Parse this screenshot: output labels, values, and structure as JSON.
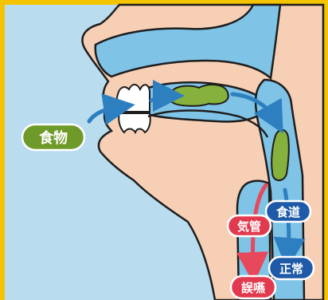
{
  "labels": {
    "food": "食物",
    "trachea": "気管",
    "esophagus": "食道",
    "normal": "正常",
    "aspiration": "誤嚥"
  },
  "colors": {
    "border": "#f5c400",
    "background": "#b9dcef",
    "skin": "#f7cfb5",
    "outline": "#1e1e1e",
    "airway": "#7fc3e6",
    "food": "#86b13c",
    "arrow_blue": "#2d7fc0",
    "arrow_red": "#e8485b",
    "tag_blue": "#1f5aa8",
    "tag_red": "#e13a4e",
    "tag_green": "#6e9a2a",
    "teeth": "#ffffff"
  }
}
